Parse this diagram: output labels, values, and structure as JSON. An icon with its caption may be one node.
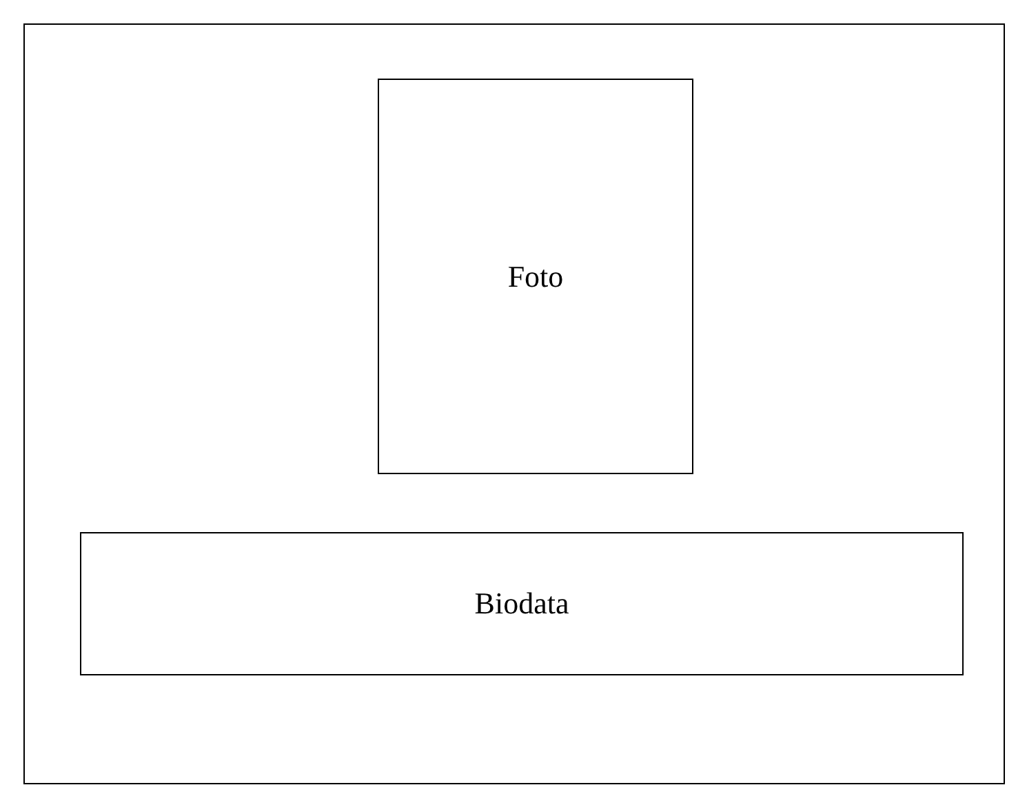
{
  "diagram": {
    "nodes": [
      {
        "text": [],
        "shape": "box"
      },
      {
        "text": [
          "Foto"
        ],
        "in": 0
      },
      {
        "text": [
          "Biodata"
        ],
        "in": 0
      }
    ]
  }
}
